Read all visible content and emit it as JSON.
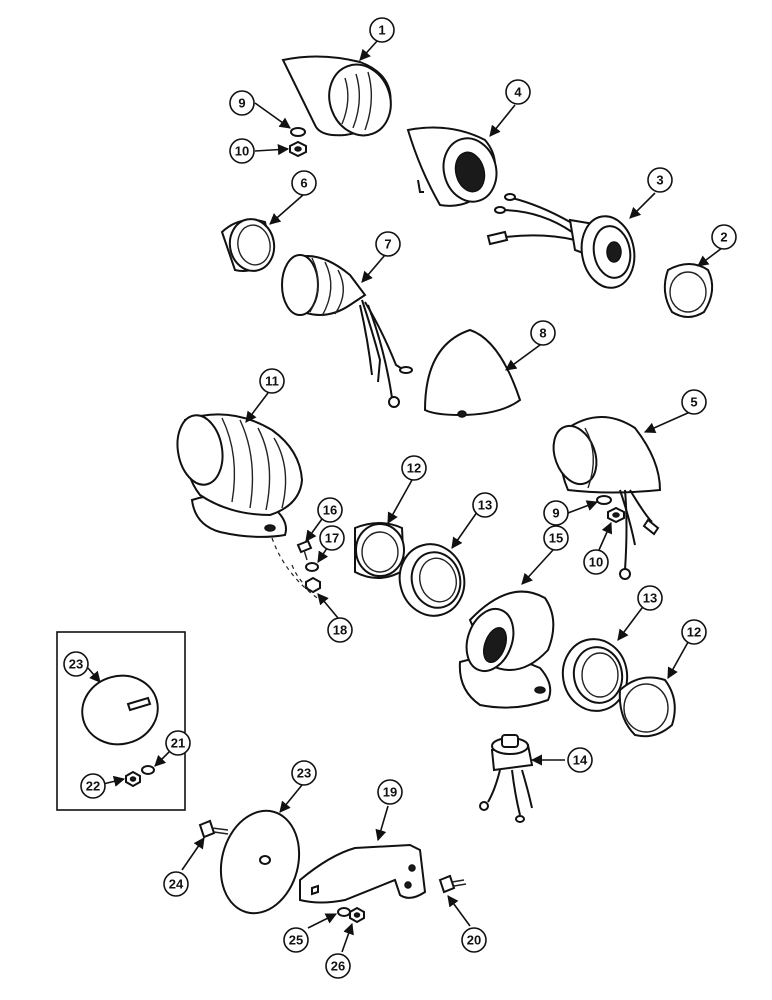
{
  "callouts": {
    "c1": "1",
    "c2": "2",
    "c3": "3",
    "c4": "4",
    "c5": "5",
    "c6": "6",
    "c7": "7",
    "c8": "8",
    "c9a": "9",
    "c9b": "9",
    "c10a": "10",
    "c10b": "10",
    "c11": "11",
    "c12a": "12",
    "c12b": "12",
    "c13a": "13",
    "c13b": "13",
    "c14": "14",
    "c15": "15",
    "c16": "16",
    "c17": "17",
    "c18": "18",
    "c19": "19",
    "c20": "20",
    "c21": "21",
    "c22": "22",
    "c23a": "23",
    "c23b": "23",
    "c24": "24",
    "c25": "25",
    "c26": "26"
  }
}
